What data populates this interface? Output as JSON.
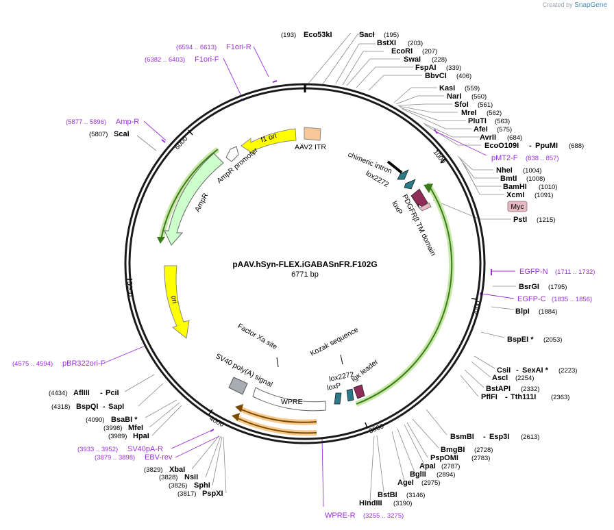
{
  "app": {
    "brand_prefix": "Created by",
    "brand_name": "SnapGene"
  },
  "plasmid": {
    "name": "pAAV.hSyn-FLEX.iGABASnFR.F102G",
    "size_label": "6771 bp",
    "length": 6771
  },
  "ticks": [
    "1000",
    "2000",
    "3000",
    "4000",
    "5000",
    "6000"
  ],
  "colors": {
    "backbone": "#1a1a1a",
    "primer": "#9b30d9",
    "ori": "#ffff00",
    "ampr": "#ccffcc",
    "f1ori": "#ffff00",
    "itr": "#f8c79a",
    "lox": "#2b7a8a",
    "leader": "#8e2c5a",
    "myc": "#e5b8c2",
    "highlight_green": "#c7e7a6",
    "highlight_orange": "#f6c98e"
  },
  "sites_left": [
    {
      "name": "Eco53kI",
      "pos": "(193)"
    },
    {
      "name": "ScaI",
      "pos": "(5807)"
    },
    {
      "name": "AflIII",
      "name2": "PciI",
      "pos": "(4434)"
    },
    {
      "name": "BspQI",
      "name2": "SapI",
      "pos": "(4318)"
    },
    {
      "name": "BsaBI *",
      "pos": "(4090)"
    },
    {
      "name": "MfeI",
      "pos": "(3998)"
    },
    {
      "name": "HpaI",
      "pos": "(3989)"
    },
    {
      "name": "XbaI",
      "pos": "(3829)"
    },
    {
      "name": "NsiI",
      "pos": "(3828)"
    },
    {
      "name": "SphI",
      "pos": "(3826)"
    },
    {
      "name": "PspXI",
      "pos": "(3817)"
    }
  ],
  "sites_right": [
    {
      "name": "SacI",
      "pos": "(195)"
    },
    {
      "name": "BstXI",
      "pos": "(203)"
    },
    {
      "name": "EcoRI",
      "pos": "(207)"
    },
    {
      "name": "SwaI",
      "pos": "(228)"
    },
    {
      "name": "FspAI",
      "pos": "(339)"
    },
    {
      "name": "BbvCI",
      "pos": "(406)"
    },
    {
      "name": "KasI",
      "pos": "(559)"
    },
    {
      "name": "NarI",
      "pos": "(560)"
    },
    {
      "name": "SfoI",
      "pos": "(561)"
    },
    {
      "name": "MreI",
      "pos": "(562)"
    },
    {
      "name": "PluTI",
      "pos": "(563)"
    },
    {
      "name": "AfeI",
      "pos": "(575)"
    },
    {
      "name": "AvrII",
      "pos": "(684)"
    },
    {
      "name": "EcoO109I",
      "name2": "PpuMI",
      "pos": "(688)"
    },
    {
      "name": "NheI",
      "pos": "(1004)"
    },
    {
      "name": "BmtI",
      "pos": "(1008)"
    },
    {
      "name": "BamHI",
      "pos": "(1010)"
    },
    {
      "name": "XcmI",
      "pos": "(1091)"
    },
    {
      "name": "PstI",
      "pos": "(1215)"
    },
    {
      "name": "BsrGI",
      "pos": "(1795)"
    },
    {
      "name": "BlpI",
      "pos": "(1884)"
    },
    {
      "name": "BspEI *",
      "pos": "(2053)"
    },
    {
      "name": "CsiI",
      "name2": "SexAI *",
      "pos": "(2223)"
    },
    {
      "name": "AscI",
      "pos": "(2254)"
    },
    {
      "name": "BstAPI",
      "pos": "(2332)"
    },
    {
      "name": "PflFI",
      "name2": "Tth111I",
      "pos": "(2363)"
    }
  ],
  "sites_bottom": [
    {
      "name": "BsmBI",
      "name2": "Esp3I",
      "pos": "(2613)"
    },
    {
      "name": "BmgBI",
      "pos": "(2728)"
    },
    {
      "name": "PspOMI",
      "pos": "(2783)"
    },
    {
      "name": "ApaI",
      "pos": "(2787)"
    },
    {
      "name": "BglII",
      "pos": "(2894)"
    },
    {
      "name": "AgeI",
      "pos": "(2975)"
    },
    {
      "name": "BstBI",
      "pos": "(3146)"
    },
    {
      "name": "HindIII",
      "pos": "(3190)"
    }
  ],
  "primers": [
    {
      "name": "F1ori-R",
      "pos": "(6594 .. 6613)"
    },
    {
      "name": "F1ori-F",
      "pos": "(6382 .. 6403)"
    },
    {
      "name": "Amp-R",
      "pos": "(5877 .. 5896)"
    },
    {
      "name": "pMT2-F",
      "pos": "(838 .. 857)"
    },
    {
      "name": "EGFP-N",
      "pos": "(1711 .. 1732)"
    },
    {
      "name": "EGFP-C",
      "pos": "(1835 .. 1856)"
    },
    {
      "name": "pBR322ori-F",
      "pos": "(4575 .. 4594)"
    },
    {
      "name": "SV40pA-R",
      "pos": "(3933 .. 3952)"
    },
    {
      "name": "EBV-rev",
      "pos": "(3879 .. 3898)"
    },
    {
      "name": "WPRE-R",
      "pos": "(3255 .. 3275)"
    }
  ],
  "features": {
    "f1_ori": "f1 ori",
    "aav2_itr": "AAV2 ITR",
    "ampr_promoter": "AmpR promoter",
    "ampr": "AmpR",
    "ori": "ori",
    "chimeric_intron": "chimeric intron",
    "lox2272_top": "lox2272",
    "loxp_top": "loxP",
    "pdgfrb": "PDGFRβ TM domain",
    "myc": "Myc",
    "factor_xa": "Factor Xa site",
    "kozak": "Kozak sequence",
    "sv40_polya": "SV40 poly(A) signal",
    "wpre": "WPRE",
    "lox2272_bottom": "lox2272",
    "loxp_bottom": "loxP",
    "igk_leader": "Igκ leader"
  }
}
